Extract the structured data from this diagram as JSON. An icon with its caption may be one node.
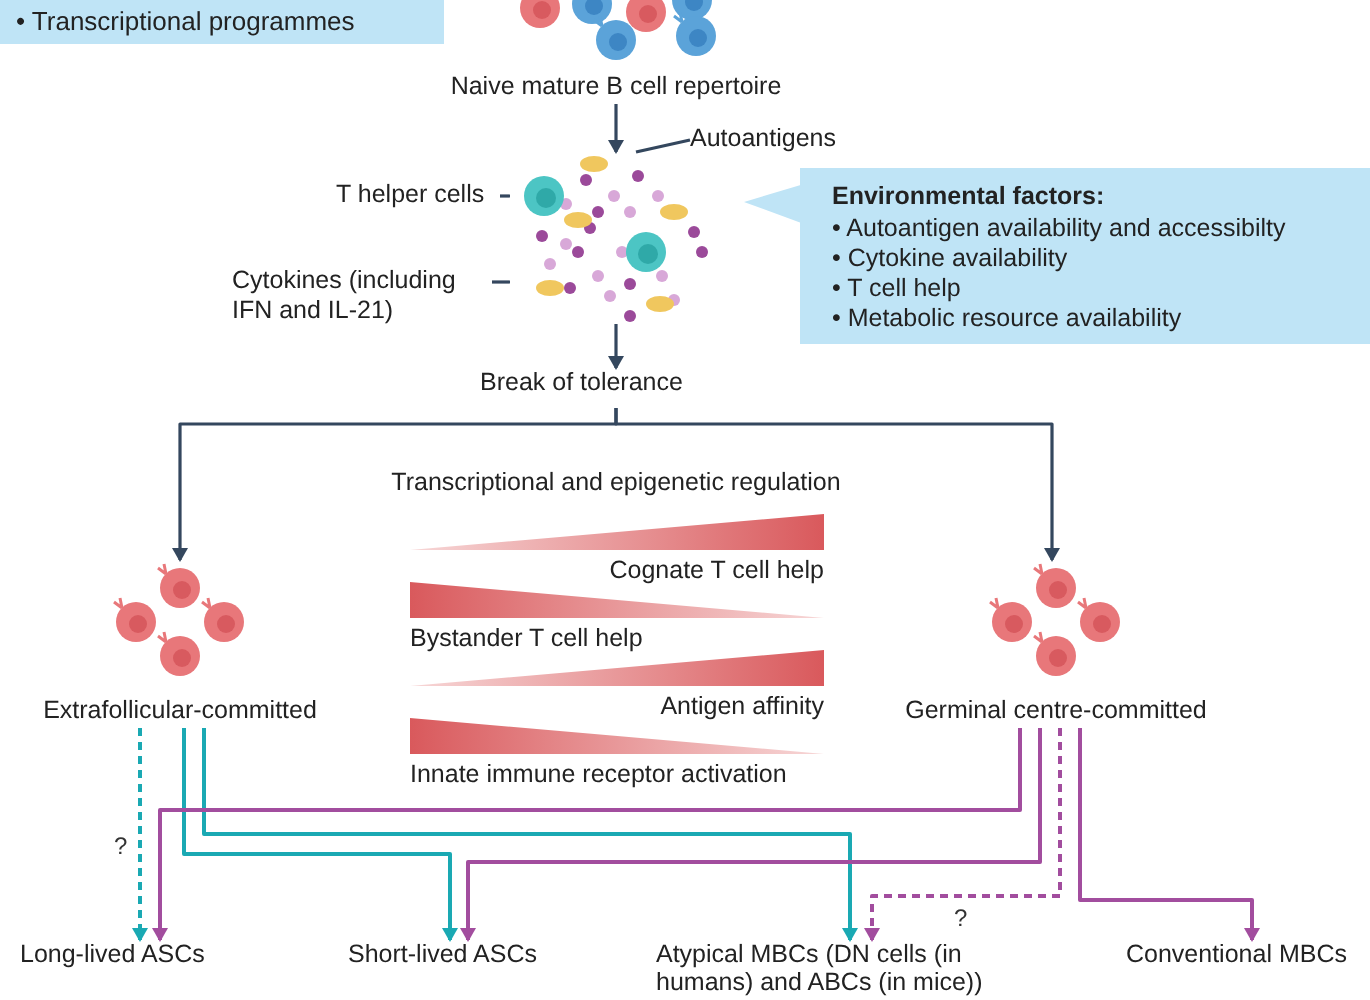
{
  "diagram": {
    "nodes": [
      {
        "text": [
          "• Transcriptional programmes"
        ]
      },
      {
        "text": [
          "Naive mature B cell repertoire"
        ]
      },
      {
        "text": [],
        "shape": "picture"
      },
      {
        "text": [
          "Break of tolerance"
        ]
      },
      {
        "text": [
          "Environmental factors:",
          "• Autoantigen availability and accessibilty",
          "• Cytokine availability",
          "• T cell help",
          "• Metabolic resource availability"
        ]
      },
      {
        "text": [
          "Autoantigens"
        ]
      },
      {
        "text": [
          "T helper cells"
        ]
      },
      {
        "text": [
          "Cytokines (including IFN and IL-21)"
        ]
      },
      {
        "text": [
          "Extrafollicular-committed"
        ]
      },
      {
        "text": [
          "Germinal centre-committed"
        ]
      },
      {
        "text": [
          "Long-lived ASCs"
        ]
      },
      {
        "text": [
          "Short-lived ASCs"
        ]
      },
      {
        "text": [
          "Atypical MBCs (DN cells (in humans) and ABCs (in mice))"
        ]
      },
      {
        "text": [
          "Conventional MBCs"
        ]
      }
    ],
    "edges": [
      {
        "from": 1,
        "to": 2,
        "arrow": "to"
      },
      {
        "from": 2,
        "to": 3,
        "arrow": "to"
      },
      {
        "from": 3,
        "to": 8,
        "arrow": "to"
      },
      {
        "from": 3,
        "to": 9,
        "arrow": "to"
      },
      {
        "from": 5,
        "to": 2,
        "arrow": "none"
      },
      {
        "from": 6,
        "to": 2,
        "arrow": "none"
      },
      {
        "from": 7,
        "to": 2,
        "arrow": "none"
      },
      {
        "from": 8,
        "to": 10,
        "arrow": "to",
        "label": "?",
        "style": "dashed",
        "color": "#1aa9b3"
      },
      {
        "from": 8,
        "to": 11,
        "arrow": "to",
        "color": "#1aa9b3"
      },
      {
        "from": 8,
        "to": 12,
        "arrow": "to",
        "color": "#1aa9b3"
      },
      {
        "from": 9,
        "to": 10,
        "arrow": "to",
        "color": "#a24d9e"
      },
      {
        "from": 9,
        "to": 11,
        "arrow": "to",
        "color": "#a24d9e"
      },
      {
        "from": 9,
        "to": 12,
        "arrow": "to",
        "label": "?",
        "style": "dashed",
        "color": "#a24d9e"
      },
      {
        "from": 9,
        "to": 13,
        "arrow": "to",
        "color": "#a24d9e"
      }
    ],
    "labels": [
      "Transcriptional and epigenetic regulation",
      "Cognate T cell help",
      "Bystander T cell help",
      "Antigen affinity",
      "Innate immune receptor activation"
    ]
  }
}
